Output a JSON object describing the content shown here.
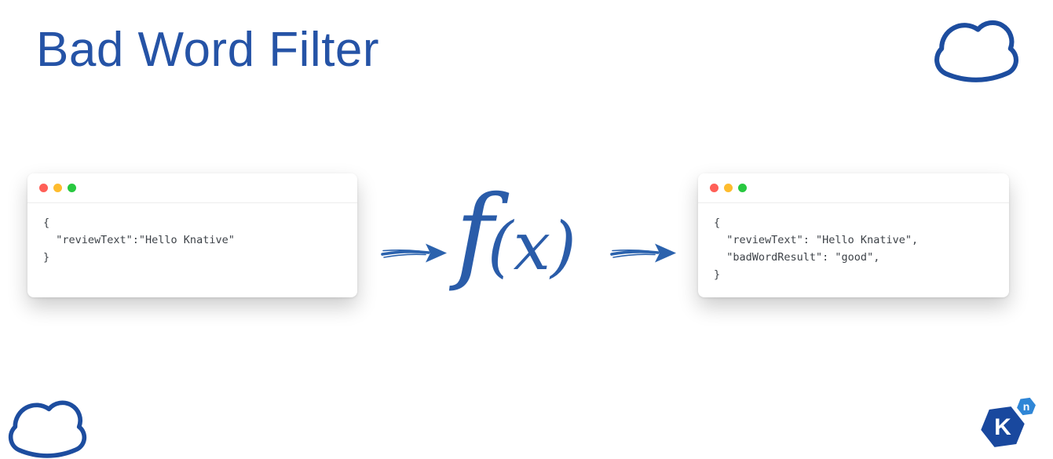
{
  "slide": {
    "title": "Bad Word Filter"
  },
  "function": {
    "f": "f",
    "args": "(x)"
  },
  "windows": {
    "input": {
      "lines": [
        "{",
        "  \"reviewText\":\"Hello Knative\"",
        "}"
      ]
    },
    "output": {
      "lines": [
        "{",
        "  \"reviewText\": \"Hello Knative\",",
        "  \"badWordResult\": \"good\",",
        "}"
      ]
    }
  },
  "logo": {
    "big_letter": "K",
    "small_letter": "n"
  },
  "icons": {
    "window_controls": [
      "close-dot",
      "minimize-dot",
      "maximize-dot"
    ],
    "clouds": "cloud-outline-icon",
    "arrows": "hand-drawn-right-arrow",
    "logo": "knative-logo"
  },
  "colors": {
    "accent_blue": "#2553a6",
    "function_blue": "#2a5ca9",
    "arrow_blue": "#2b62ad",
    "cloud_blue": "#1d4d9f",
    "dot_red": "#ff5f57",
    "dot_yellow": "#febc2e",
    "dot_green": "#28c840",
    "logo_dark_blue": "#19489e",
    "logo_light_blue": "#2f86d6",
    "code_text": "#3d4248"
  }
}
